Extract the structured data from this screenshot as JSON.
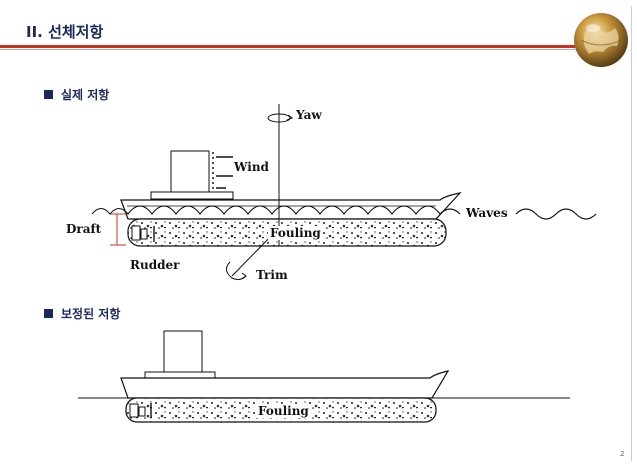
{
  "slide": {
    "title": "II. 선체저항",
    "page_number": "2"
  },
  "section_actual": {
    "heading": "실제 저항",
    "labels": {
      "yaw": "Yaw",
      "wind": "Wind",
      "waves": "Waves",
      "draft": "Draft",
      "fouling": "Fouling",
      "rudder": "Rudder",
      "trim": "Trim"
    }
  },
  "section_corrected": {
    "heading": "보정된 저항",
    "labels": {
      "fouling": "Fouling"
    }
  },
  "colors": {
    "title_text": "#1b2a5c",
    "title_rule": "#c8321e",
    "bullet": "#1b2a5c"
  }
}
